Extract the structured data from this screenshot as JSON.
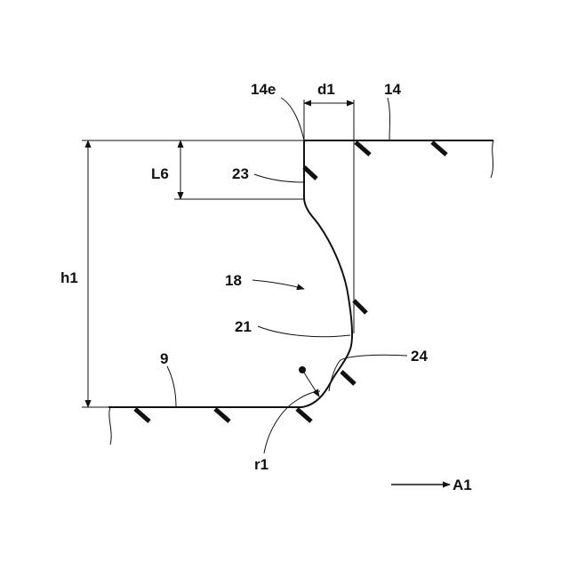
{
  "labels": {
    "edge": "14e",
    "width": "d1",
    "tread": "14",
    "depth_short": "L6",
    "part_23": "23",
    "depth_total": "h1",
    "part_18": "18",
    "part_21": "21",
    "bottom": "9",
    "part_24": "24",
    "radius": "r1",
    "direction": "A1"
  },
  "colors": {
    "ink": "#111111",
    "background": "#ffffff"
  }
}
